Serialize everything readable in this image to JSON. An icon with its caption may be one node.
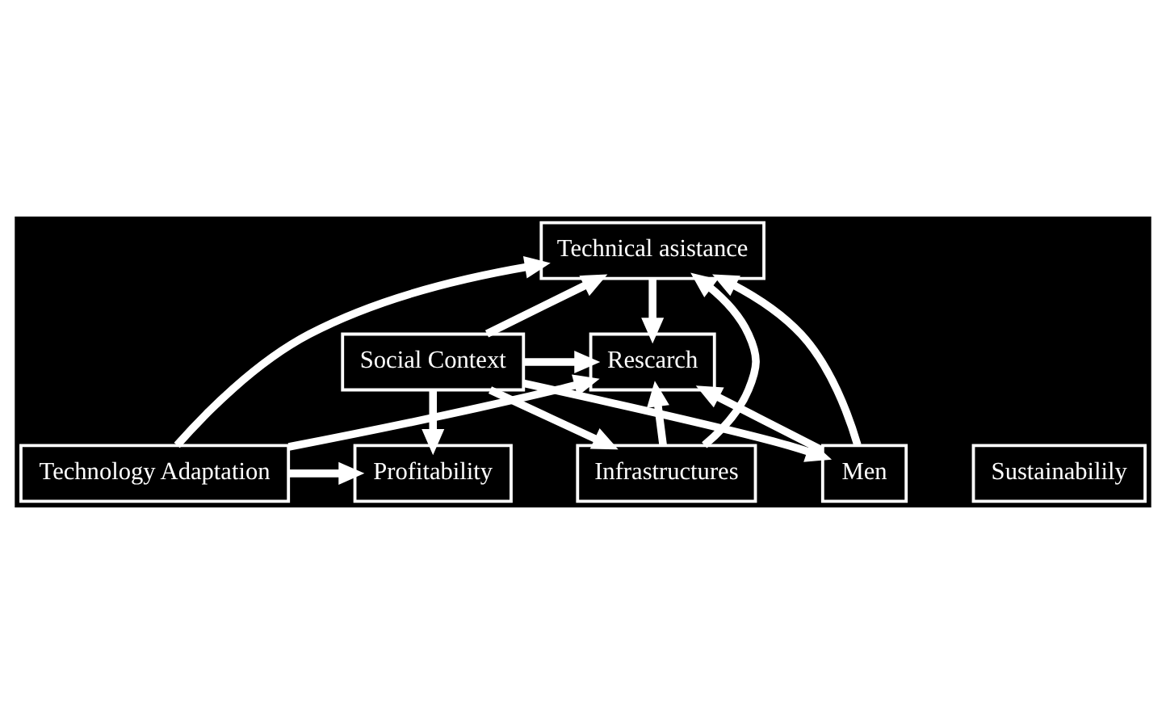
{
  "diagram": {
    "nodes": [
      {
        "text": [
          "Technical asistance"
        ]
      },
      {
        "text": [
          "Technology Adaptation"
        ]
      },
      {
        "text": [
          "Profitability"
        ]
      },
      {
        "text": [
          "Rescarch"
        ]
      },
      {
        "text": [
          "Social Context"
        ]
      },
      {
        "text": [
          "Sustainabilily"
        ]
      },
      {
        "text": [
          "Infrastructures"
        ]
      },
      {
        "text": [
          "Men"
        ]
      }
    ],
    "edges": [
      {
        "from": 1,
        "to": 0,
        "arrow": "to"
      },
      {
        "from": 0,
        "to": 3,
        "arrow": "to"
      },
      {
        "from": 1,
        "to": 2,
        "arrow": "to"
      },
      {
        "from": 1,
        "to": 3,
        "arrow": "to"
      },
      {
        "from": 7,
        "to": 0,
        "arrow": "to"
      },
      {
        "from": 6,
        "to": 0,
        "arrow": "to"
      },
      {
        "from": 4,
        "to": 0,
        "arrow": "to"
      },
      {
        "from": 4,
        "to": 3,
        "arrow": "to"
      },
      {
        "from": 4,
        "to": 2,
        "arrow": "to"
      },
      {
        "from": 4,
        "to": 6,
        "arrow": "to"
      },
      {
        "from": 4,
        "to": 7,
        "arrow": "to"
      },
      {
        "from": 6,
        "to": 3,
        "arrow": "to"
      },
      {
        "from": 7,
        "to": 3,
        "arrow": "to"
      }
    ]
  }
}
